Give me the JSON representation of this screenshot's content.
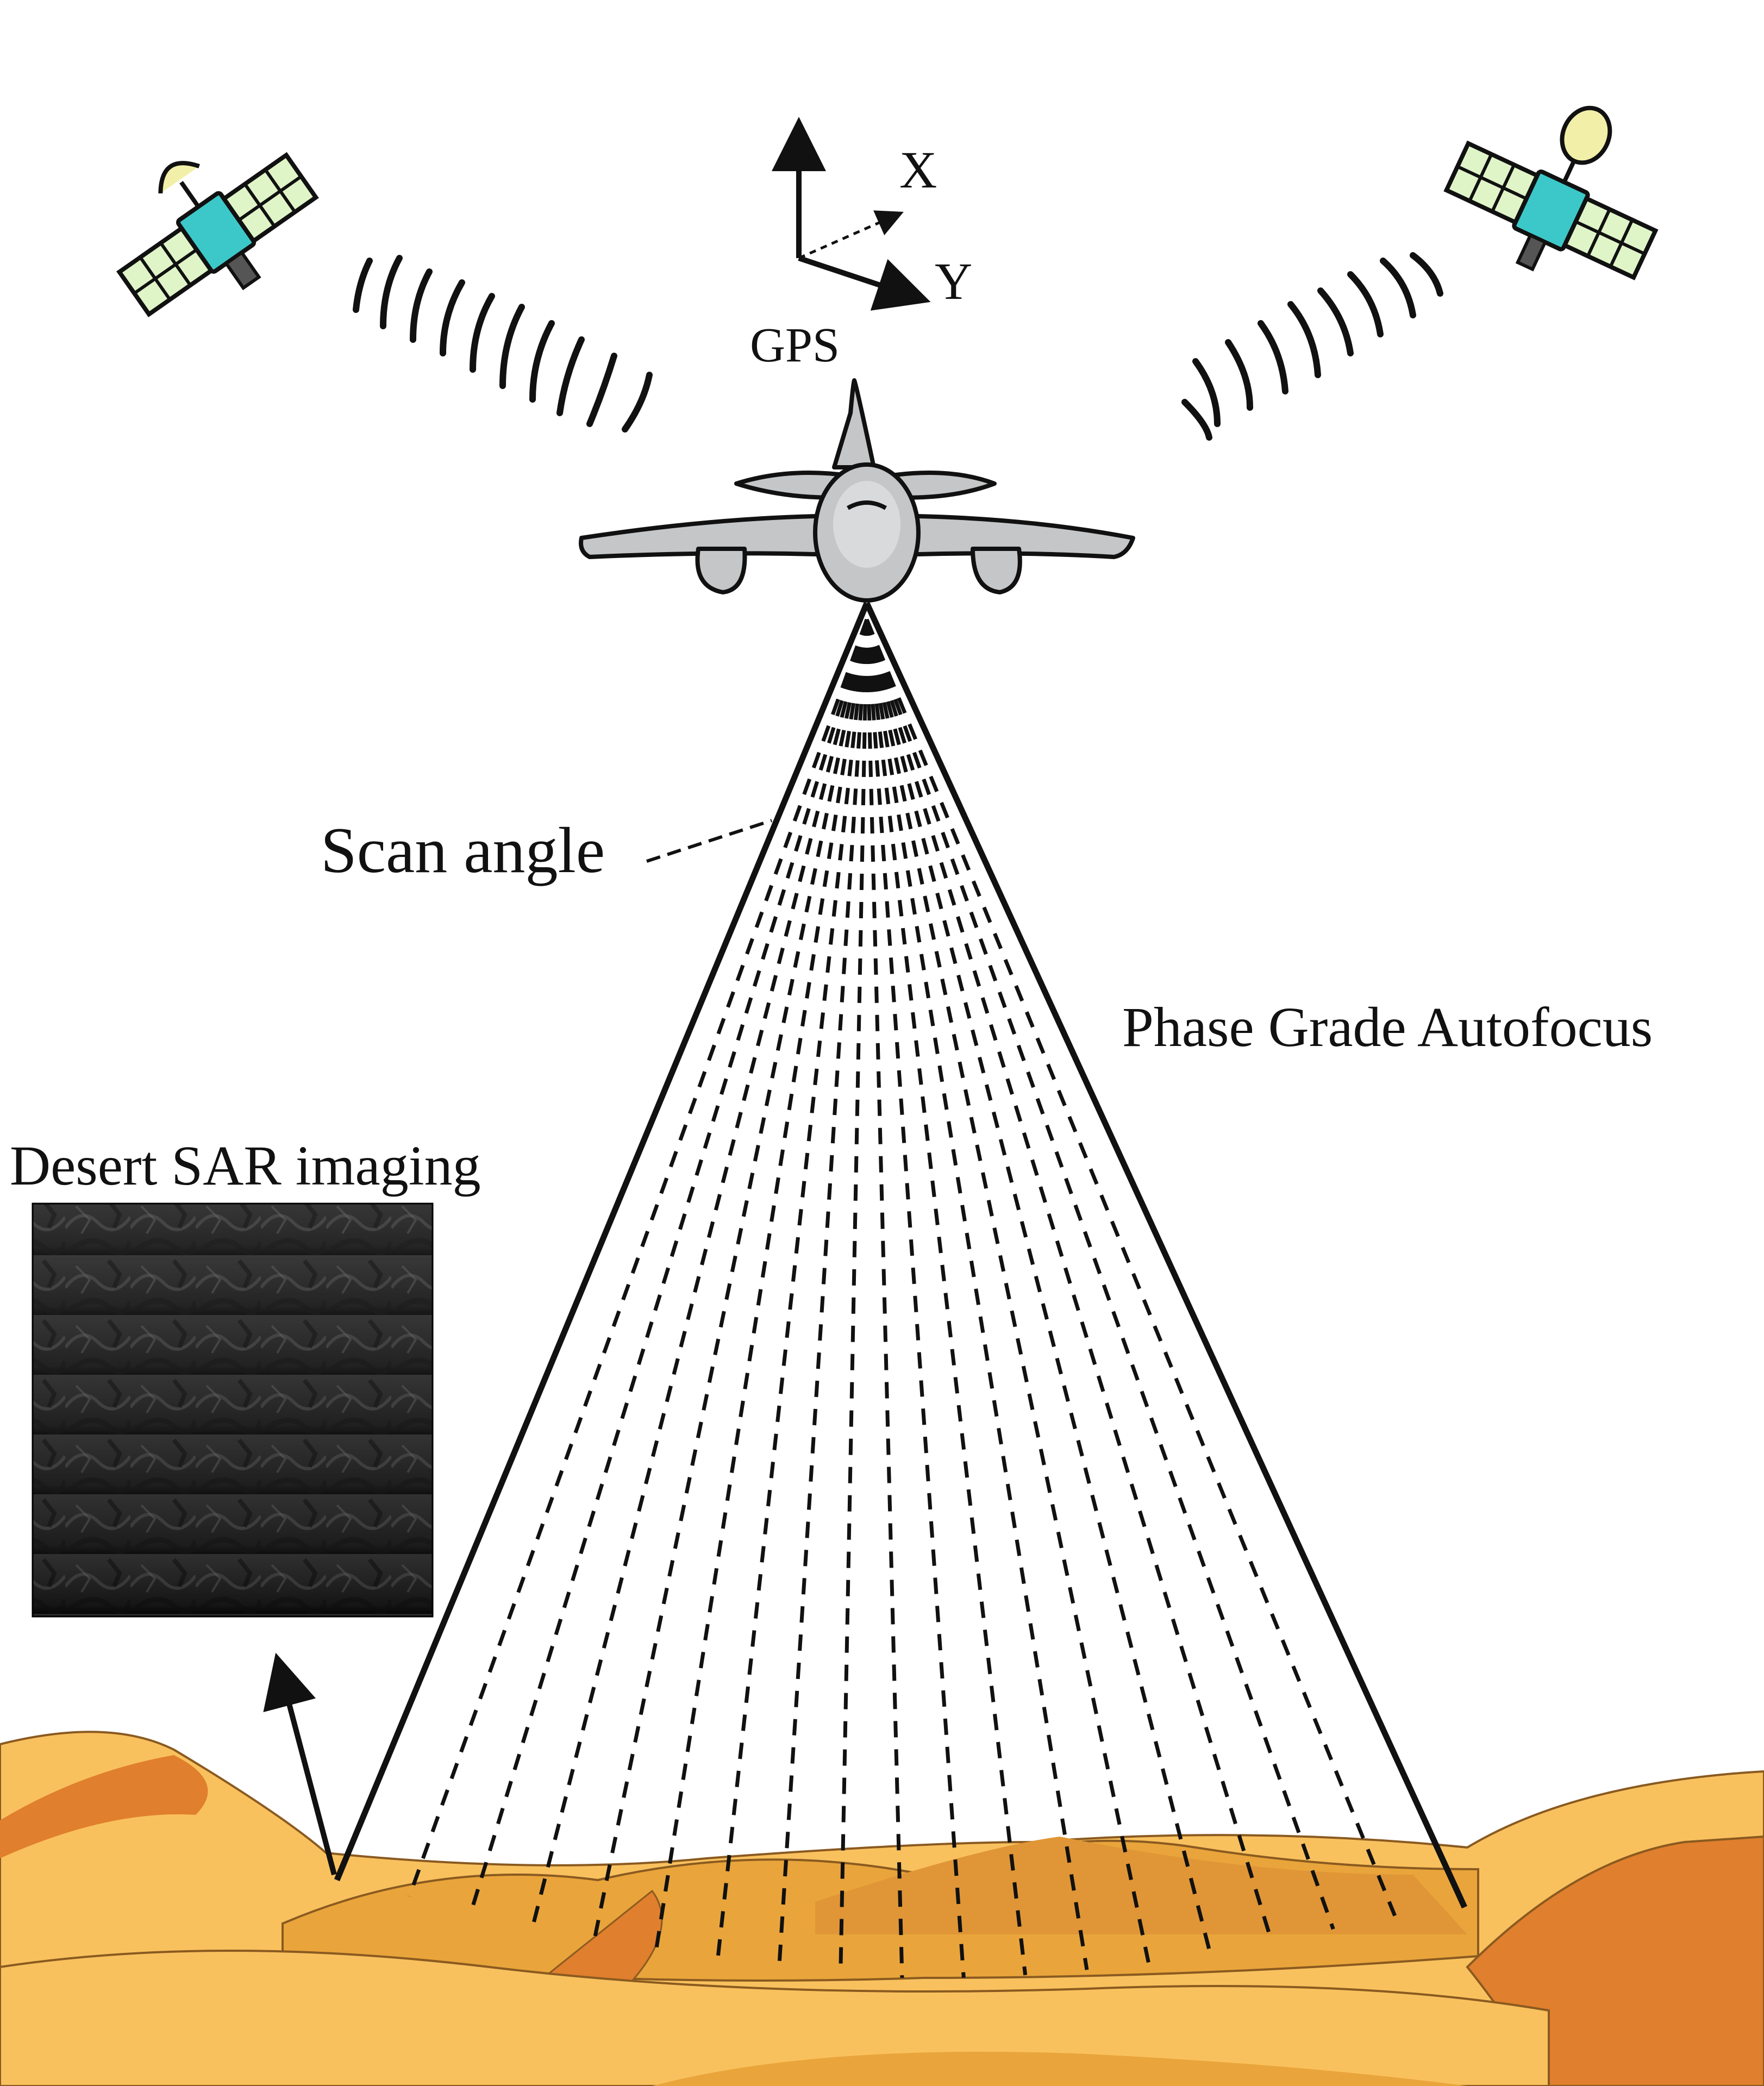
{
  "labels": {
    "axis_x": "X",
    "axis_y": "Y",
    "gps": "GPS",
    "scan_angle": "Scan angle",
    "phase_grade_autofocus": "Phase Grade Autofocus",
    "desert_sar_imaging": "Desert SAR imaging"
  },
  "colors": {
    "satellite_body": "#3cc8c8",
    "satellite_panel": "#dff5c8",
    "satellite_antenna": "#f2f0a8",
    "aircraft": "#c4c6c8",
    "sand_light": "#f9c15e",
    "sand_mid": "#e9a53b",
    "sand_dark": "#e07f2d",
    "sar_image": "#2a2a2a"
  },
  "icons": {
    "left_satellite": "satellite-icon",
    "right_satellite": "satellite-icon",
    "aircraft": "airplane-icon",
    "coordinate_axes": "xyz-axes-icon"
  }
}
